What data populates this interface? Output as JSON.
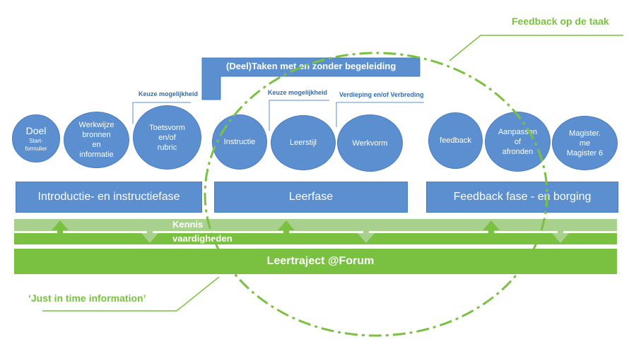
{
  "annotations": {
    "feedback_task": "Feedback op de taak",
    "just_in_time": "‘Just in time information’"
  },
  "header_box": "(Deel)Taken met en zonder begeleiding",
  "notes": {
    "keuze1": "Keuze mogelijkheid",
    "keuze2": "Keuze mogelijkheid",
    "verdieping": "Verdieping en/of Verbreding"
  },
  "circles": {
    "doel_main": "Doel",
    "doel_sub1": "Start-",
    "doel_sub2": "formulier",
    "werkwijze1": "Werkwijze",
    "werkwijze2": "bronnen",
    "werkwijze3": "en",
    "werkwijze4": "informatie",
    "toets1": "Toetsvorm",
    "toets2": "en/of",
    "toets3": "rubric",
    "instructie": "Instructie",
    "leerstijl": "Leerstijl",
    "werkvorm": "Werkvorm",
    "feedback": "feedback",
    "aanpassen1": "Aanpassen",
    "aanpassen2": "of",
    "aanpassen3": "afronden",
    "magister1": "Magister.",
    "magister2": "me",
    "magister3": "Magister 6"
  },
  "phases": {
    "intro": "Introductie- en instructiefase",
    "leer": "Leerfase",
    "feedback": "Feedback fase - en borging"
  },
  "bands": {
    "kennis": "Kennis",
    "vaardigheden": "vaardigheden",
    "leertraject": "Leertraject @Forum"
  },
  "colors": {
    "blue": "#5b8fd0",
    "green": "#7ac142",
    "light_green": "#a9d18e"
  }
}
